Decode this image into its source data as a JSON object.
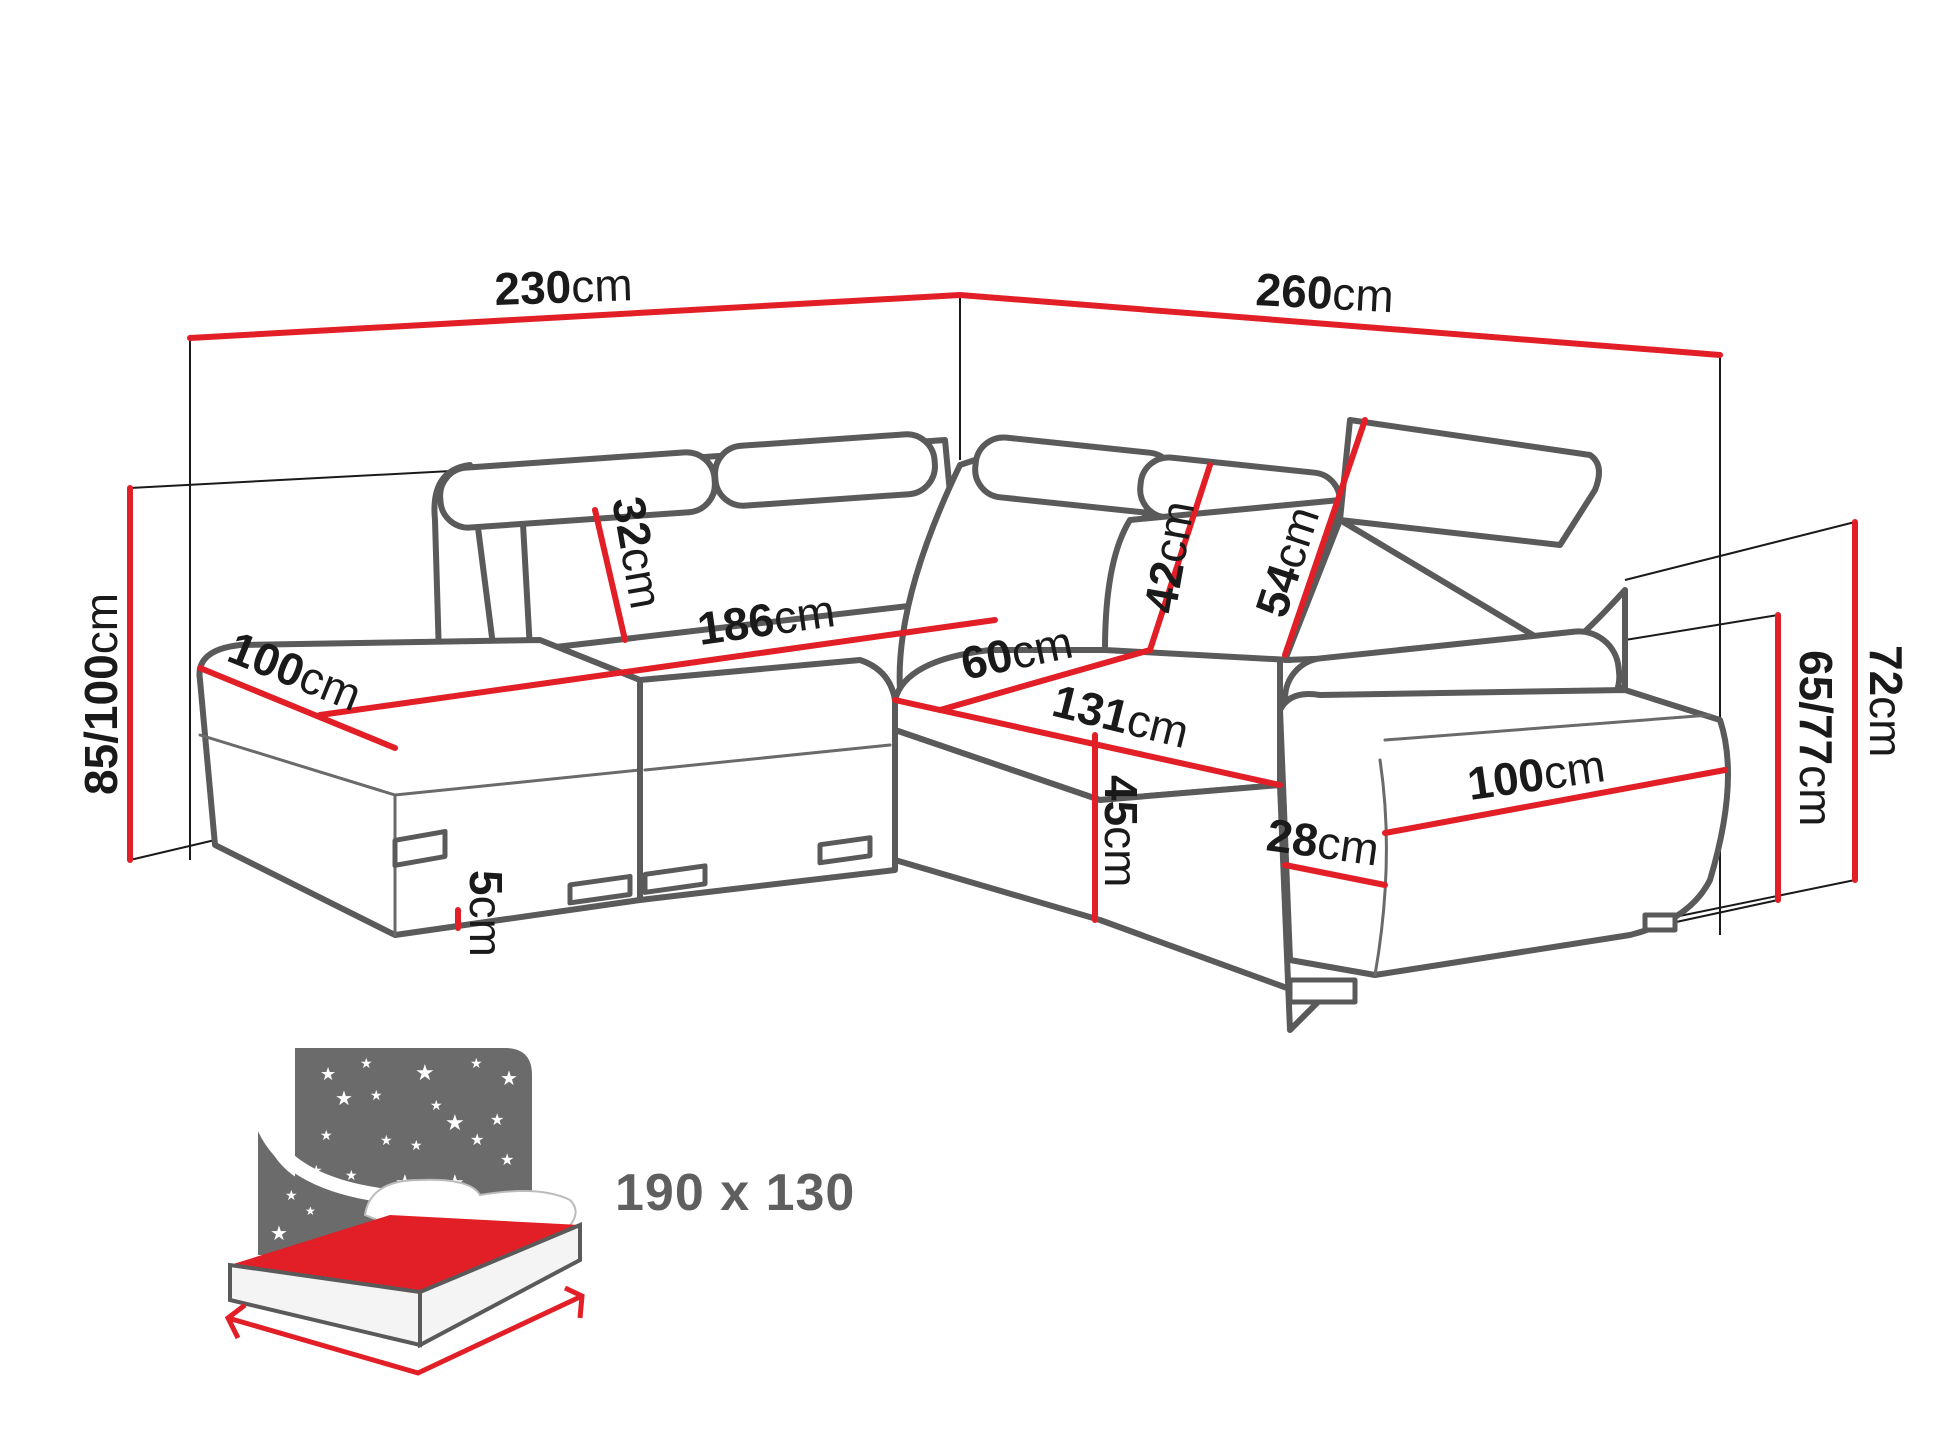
{
  "diagram": {
    "subject": "Corner sofa dimension drawing",
    "colors": {
      "accent_red": "#e21f26",
      "outline_gray": "#5a5a5a",
      "night_panel_gray": "#6b6b6b",
      "text_dark": "#1a1a1a",
      "bed_text_gray": "#5f5f5f"
    },
    "dimensions": {
      "overall_width_left": {
        "value": "230",
        "unit": "cm"
      },
      "overall_width_right": {
        "value": "260",
        "unit": "cm"
      },
      "overall_height": {
        "value": "85/100",
        "unit": "cm"
      },
      "armrest_height": {
        "value": "72",
        "unit": "cm"
      },
      "backrest_height_right": {
        "value": "65/77",
        "unit": "cm"
      },
      "chaise_depth_left": {
        "value": "100",
        "unit": "cm"
      },
      "seat_width_left": {
        "value": "186",
        "unit": "cm"
      },
      "headrest_height": {
        "value": "32",
        "unit": "cm"
      },
      "corner_seat_depth": {
        "value": "60",
        "unit": "cm"
      },
      "backrest_42": {
        "value": "42",
        "unit": "cm"
      },
      "backrest_54": {
        "value": "54",
        "unit": "cm"
      },
      "seat_width_right": {
        "value": "131",
        "unit": "cm"
      },
      "seat_height": {
        "value": "45",
        "unit": "cm"
      },
      "armrest_width": {
        "value": "28",
        "unit": "cm"
      },
      "depth_right": {
        "value": "100",
        "unit": "cm"
      },
      "leg_height": {
        "value": "5",
        "unit": "cm"
      }
    },
    "sleeping_area": {
      "label": "190 x 130",
      "icon": "bed-night-icon"
    }
  }
}
